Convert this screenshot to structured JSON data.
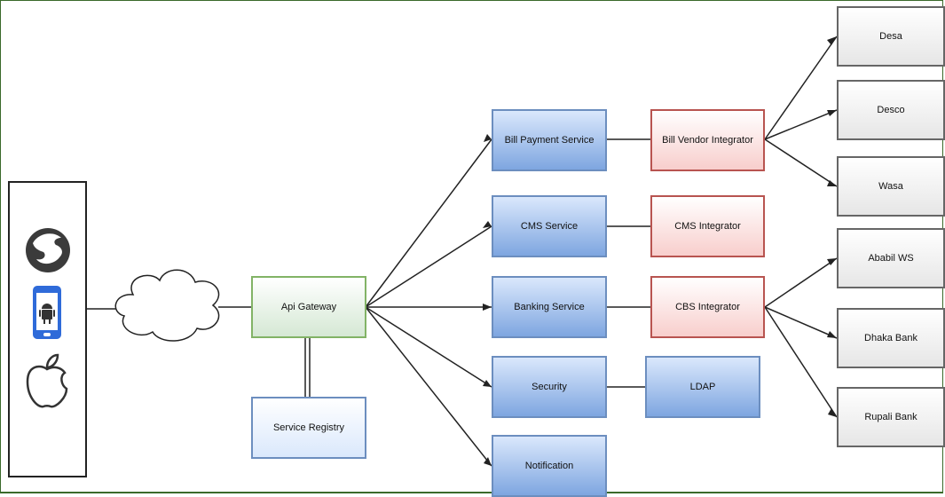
{
  "diagram": {
    "gateway": "Api Gateway",
    "registry": "Service Registry",
    "services": {
      "bill_payment": "Bill Payment Service",
      "cms": "CMS Service",
      "banking": "Banking Service",
      "security": "Security",
      "notification": "Notification"
    },
    "integrators": {
      "bill_vendor": "Bill Vendor Integrator",
      "cms": "CMS Integrator",
      "cbs": "CBS Integrator",
      "ldap": "LDAP"
    },
    "vendors": {
      "desa": "Desa",
      "desco": "Desco",
      "wasa": "Wasa",
      "ababil": "Ababil WS",
      "dhaka": "Dhaka Bank",
      "rupali": "Rupali Bank"
    },
    "clients": [
      "browser-icon",
      "android-phone-icon",
      "apple-icon"
    ],
    "network": "cloud-icon",
    "colors": {
      "service_fill": "#7ea6e0",
      "service_border": "#6c8ebf",
      "integrator_border": "#b85450",
      "gateway_border": "#82b366",
      "vendor_border": "#666666"
    }
  }
}
